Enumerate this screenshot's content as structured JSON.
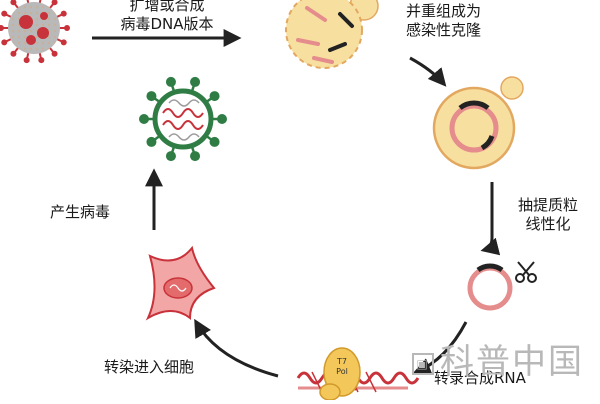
{
  "steps": {
    "amplify_line1": "扩增或合成",
    "amplify_line2": "病毒DNA版本",
    "recombine_line1": "并重组成为",
    "recombine_line2": "感染性克隆",
    "extract_line1": "抽提质粒",
    "extract_line2": "线性化",
    "transcribe": "转录合成RNA",
    "transfect": "转染进入细胞",
    "produce": "产生病毒"
  },
  "t7": {
    "line1": "T7",
    "line2": "Pol"
  },
  "watermark": "科普中国",
  "colors": {
    "virus_red": "#c8323a",
    "virus_gray": "#9b9b9b",
    "virus_green": "#2f7d45",
    "yeast_fill": "#f7dfa0",
    "yeast_outline": "#e3a860",
    "plasmid_pink": "#e58c8c",
    "cell_pink": "#f2a7a6",
    "polymerase_yellow": "#f3c75a",
    "rna_red": "#c8323a",
    "arrow": "#222222"
  }
}
